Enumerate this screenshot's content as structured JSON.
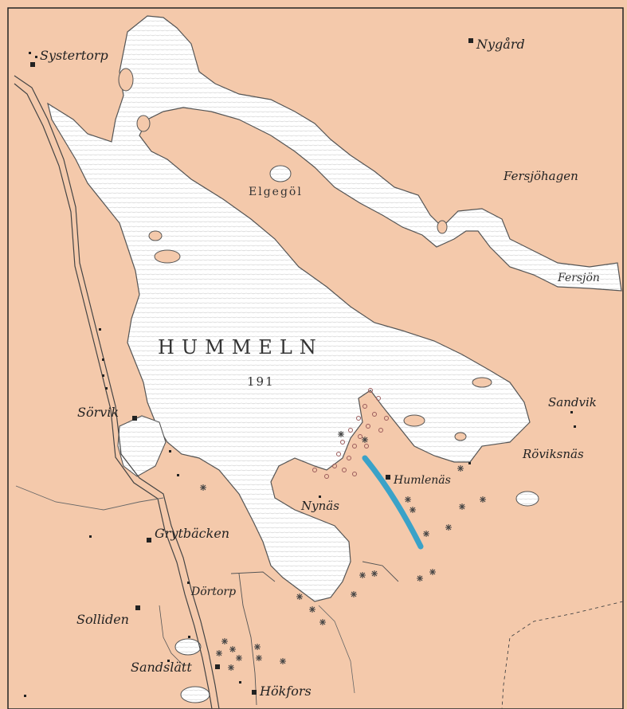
{
  "map": {
    "colors": {
      "land": "#f4c9ab",
      "water": "#ffffff",
      "shore": "#555555",
      "road": "#444444",
      "ore_band": "#3aa2c8",
      "mine_symbol": "#444444",
      "ring_symbol": "#9b5b5b"
    },
    "water_labels": {
      "lake_main": "HUMMELN",
      "elevation": "191",
      "small_lake": "Elgegöl",
      "east_lake": "Fersjön"
    },
    "places": {
      "systertorp": "Systertorp",
      "nygard": "Nygård",
      "fersjohagen": "Fersjöhagen",
      "sandvik": "Sandvik",
      "roviksnas": "Röviksnäs",
      "humlenas": "Humlenäs",
      "sorvik": "Sörvik",
      "nynas": "Nynäs",
      "grytbacken": "Grytbäcken",
      "dortorp": "Dörtorp",
      "solliden": "Solliden",
      "sandslatt": "Sandslätt",
      "hokfors": "Hökfors"
    }
  }
}
